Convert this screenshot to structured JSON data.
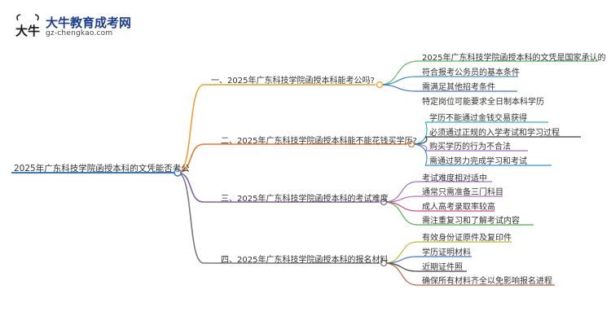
{
  "logo": {
    "glyph": "大牛",
    "title": "大牛教育成考网",
    "url": "gz-chengkao.com"
  },
  "root": {
    "label": "2025年广东科技学院函授本科的文凭能否考公",
    "color": "#3a7bd5"
  },
  "branches": [
    {
      "label": "一、2025年广东科技学院函授本科能考公吗?",
      "color": "#f0a030",
      "leaves": [
        {
          "lines": [
            "2025年广东科技学院函授本科的文凭是国家承认的",
            "符合报考公务员的基本条件"
          ],
          "color": "#5fb85f"
        },
        {
          "lines": [
            "需满足其他招考条件"
          ],
          "color": "#3f8fd0"
        },
        {
          "lines": [
            "特定岗位可能要求全日制本科学历"
          ],
          "color": "#4a6fd0"
        }
      ]
    },
    {
      "label": "二、2025年广东科技学院函授本科能不能花钱买学历?",
      "color": "#e07830",
      "leaves": [
        {
          "lines": [
            "学历不能通过金钱交易获得"
          ],
          "color": "#3ab0c0"
        },
        {
          "lines": [
            "必须通过正规的入学考试和学习过程"
          ],
          "color": "#3a3a3a"
        },
        {
          "lines": [
            "购买学历的行为不合法"
          ],
          "color": "#a070c0"
        },
        {
          "lines": [
            "需通过努力完成学习和考试"
          ],
          "color": "#3f8fd0"
        }
      ]
    },
    {
      "label": "三、2025年广东科技学院函授本科的考试难度",
      "color": "#8060b0",
      "leaves": [
        {
          "lines": [
            "考试难度相对适中"
          ],
          "color": "#a070c0"
        },
        {
          "lines": [
            "通常只需准备三门科目"
          ],
          "color": "#b070c0"
        },
        {
          "lines": [
            "成人高考录取率较高"
          ],
          "color": "#d04a7a"
        },
        {
          "lines": [
            "需注重复习和了解考试内容"
          ],
          "color": "#4ab04a"
        }
      ]
    },
    {
      "label": "四、2025年广东科技学院函授本科的报名材料",
      "color": "#7a7a7a",
      "leaves": [
        {
          "lines": [
            "有效身份证原件及复印件"
          ],
          "color": "#b8c030"
        },
        {
          "lines": [
            "学历证明材料"
          ],
          "color": "#3a70c0"
        },
        {
          "lines": [
            "近期证件照"
          ],
          "color": "#404040"
        },
        {
          "lines": [
            "确保所有材料齐全以免影响报名进程"
          ],
          "color": "#c06040"
        }
      ]
    }
  ]
}
